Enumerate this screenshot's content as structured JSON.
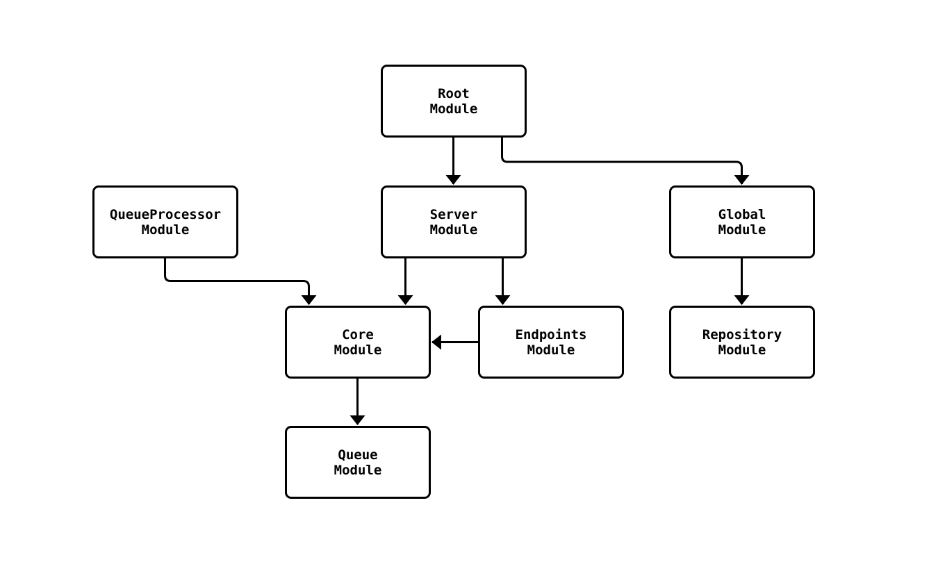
{
  "diagram": {
    "colors": {
      "background": "#ffffff",
      "node_fill": "#ffffff",
      "node_border": "#000000",
      "line": "#000000",
      "text": "#000000"
    },
    "nodes": {
      "root": {
        "line1": "Root",
        "line2": "Module"
      },
      "queueprocessor": {
        "line1": "QueueProcessor",
        "line2": "Module"
      },
      "server": {
        "line1": "Server",
        "line2": "Module"
      },
      "global": {
        "line1": "Global",
        "line2": "Module"
      },
      "core": {
        "line1": "Core",
        "line2": "Module"
      },
      "endpoints": {
        "line1": "Endpoints",
        "line2": "Module"
      },
      "repository": {
        "line1": "Repository",
        "line2": "Module"
      },
      "queue": {
        "line1": "Queue",
        "line2": "Module"
      }
    },
    "edges": [
      {
        "from": "Root Module",
        "to": "Server Module"
      },
      {
        "from": "Root Module",
        "to": "Global Module"
      },
      {
        "from": "QueueProcessor Module",
        "to": "Core Module"
      },
      {
        "from": "Server Module",
        "to": "Core Module"
      },
      {
        "from": "Server Module",
        "to": "Endpoints Module"
      },
      {
        "from": "Endpoints Module",
        "to": "Core Module"
      },
      {
        "from": "Global Module",
        "to": "Repository Module"
      },
      {
        "from": "Core Module",
        "to": "Queue Module"
      }
    ]
  }
}
